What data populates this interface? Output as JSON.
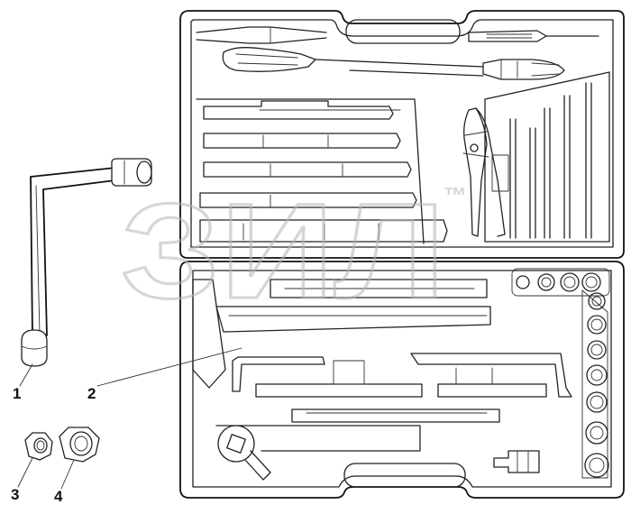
{
  "callouts": [
    {
      "id": "1",
      "label": "1"
    },
    {
      "id": "2",
      "label": "2"
    },
    {
      "id": "3",
      "label": "3"
    },
    {
      "id": "4",
      "label": "4"
    }
  ],
  "watermark": {
    "text": "ЗИЛ",
    "mark": "™",
    "color": "#c9c9c9"
  },
  "colors": {
    "line": "#222222",
    "background": "#ffffff"
  }
}
